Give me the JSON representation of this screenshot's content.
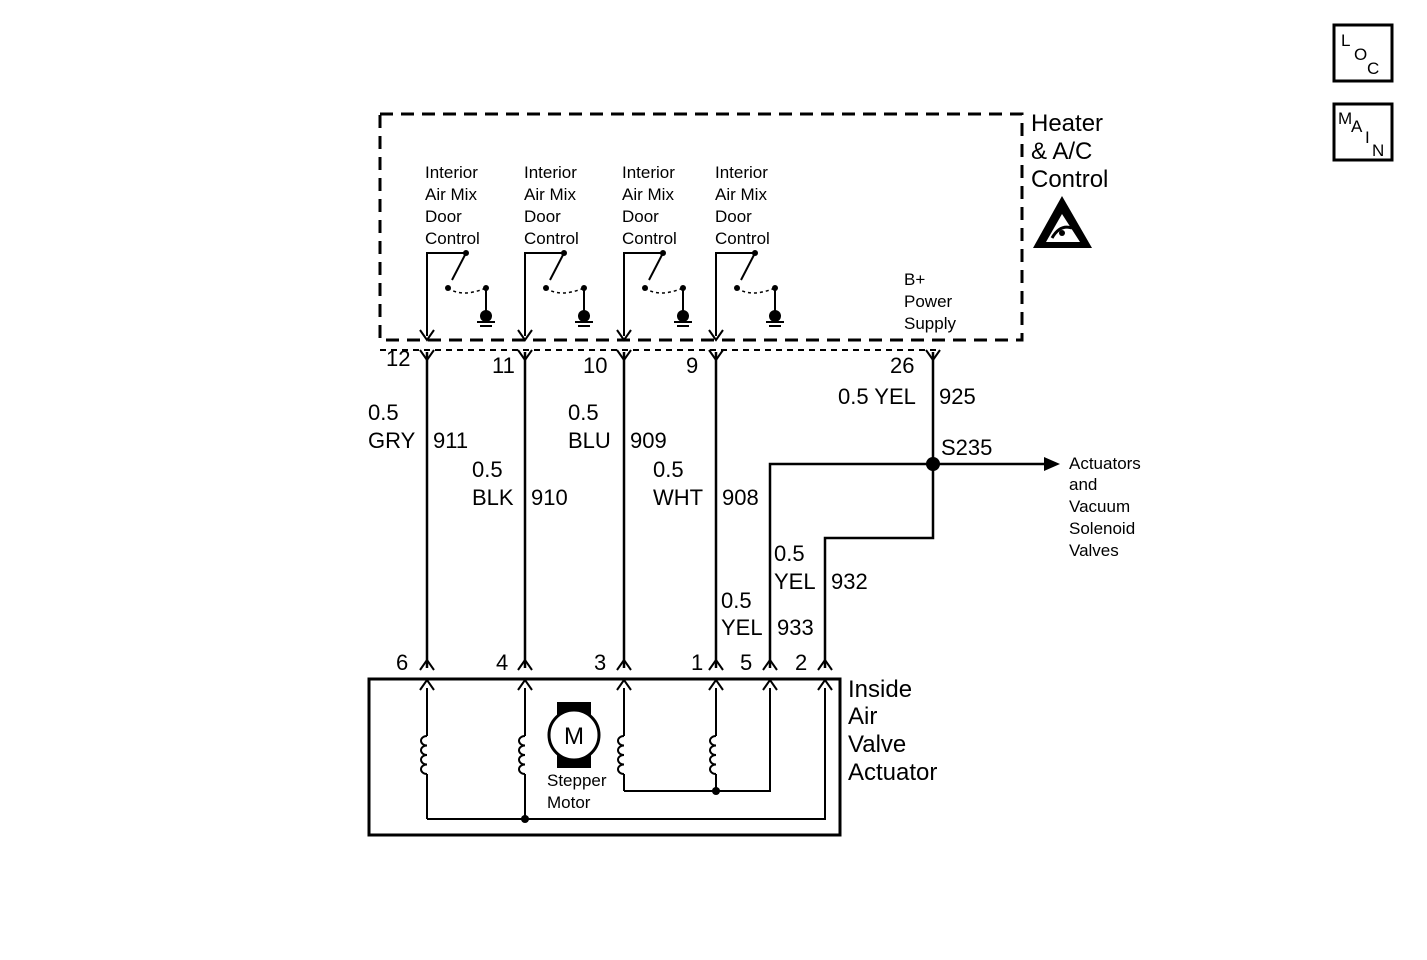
{
  "nav": {
    "loc": [
      "L",
      "O",
      "C"
    ],
    "main": [
      "M",
      "A",
      "I",
      "N"
    ]
  },
  "module": {
    "title_lines": [
      "Heater",
      "& A/C",
      "Control"
    ],
    "switch_label_lines": [
      "Interior",
      "Air Mix",
      "Door",
      "Control"
    ],
    "power_label_lines": [
      "B+",
      "Power",
      "Supply"
    ]
  },
  "pins_top": [
    "12",
    "11",
    "10",
    "9",
    "26"
  ],
  "pins_bottom": [
    "6",
    "4",
    "3",
    "1",
    "5",
    "2"
  ],
  "wires": {
    "w911": {
      "size": "0.5",
      "color": "GRY",
      "circuit": "911"
    },
    "w910": {
      "size": "0.5",
      "color": "BLK",
      "circuit": "910"
    },
    "w909": {
      "size": "0.5",
      "color": "BLU",
      "circuit": "909"
    },
    "w908": {
      "size": "0.5",
      "color": "WHT",
      "circuit": "908"
    },
    "w925": {
      "label": "0.5 YEL",
      "circuit": "925"
    },
    "w932": {
      "size": "0.5",
      "color": "YEL",
      "circuit": "932"
    },
    "w933": {
      "size": "0.5",
      "color": "YEL",
      "circuit": "933"
    }
  },
  "splice": {
    "id": "S235",
    "dest_lines": [
      "Actuators",
      "and",
      "Vacuum",
      "Solenoid",
      "Valves"
    ]
  },
  "actuator": {
    "title_lines": [
      "Inside",
      "Air",
      "Valve",
      "Actuator"
    ],
    "motor_symbol": "M",
    "motor_lines": [
      "Stepper",
      "Motor"
    ]
  }
}
